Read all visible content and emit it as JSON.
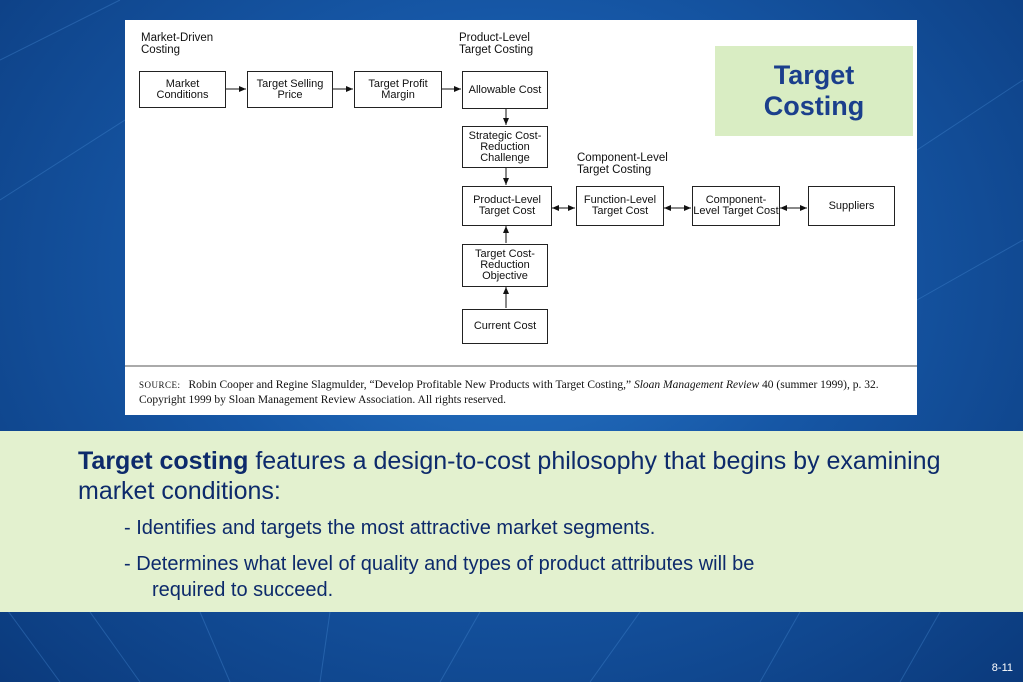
{
  "diagram": {
    "section_labels": {
      "market_driven": "Market-Driven Costing",
      "product_level": "Product-Level Target Costing",
      "component_level": "Component-Level Target Costing"
    },
    "boxes": {
      "market_conditions": "Market Conditions",
      "target_selling_price": "Target Selling Price",
      "target_profit_margin": "Target Profit Margin",
      "allowable_cost": "Allowable Cost",
      "strategic_challenge": "Strategic Cost-Reduction Challenge",
      "product_level_target_cost": "Product-Level Target Cost",
      "function_level_target_cost": "Function-Level Target Cost",
      "component_level_target_cost": "Component-Level Target Cost",
      "suppliers": "Suppliers",
      "target_cost_reduction_objective": "Target Cost-Reduction Objective",
      "current_cost": "Current Cost"
    },
    "source": {
      "key": "source:",
      "text_before": "Robin Cooper and Regine Slagmulder, “Develop Profitable New Products with Target Costing,”",
      "journal": "Sloan Management Review",
      "text_after": "40 (summer 1999), p. 32. Copyright 1999 by Sloan Management Review Association. All rights reserved."
    }
  },
  "title": "Target Costing",
  "body": {
    "lead_bold": "Target costing",
    "lead_rest": " features a design-to-cost philosophy that begins by examining market conditions:",
    "bullets": [
      "- Identifies and targets the most attractive market segments.",
      "- Determines what level of quality and types of product attributes will be",
      "required to succeed."
    ]
  },
  "slide_number": "8-11",
  "colors": {
    "background": "#1657a6",
    "title_box": "#d9edc3",
    "title_text": "#1b3f8c",
    "text_band": "#e3f1cf",
    "body_text": "#0d2a6b"
  }
}
